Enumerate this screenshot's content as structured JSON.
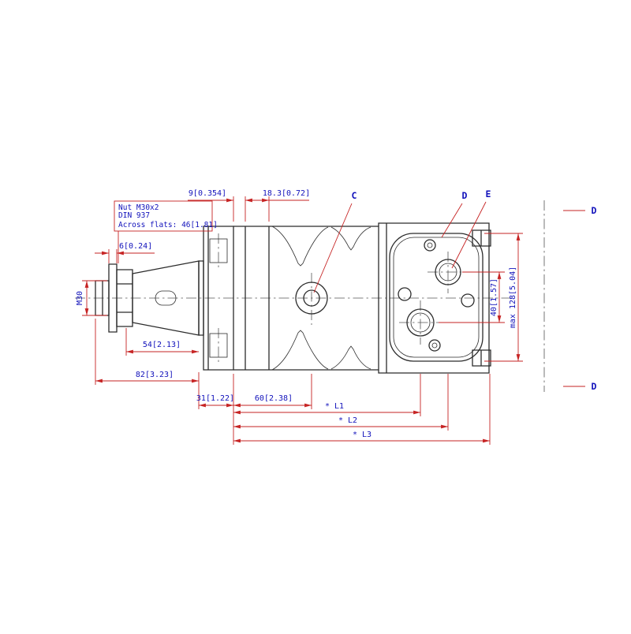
{
  "colors": {
    "linework": "#2b2b2b",
    "dimension": "#c62323",
    "text": "#1111bb",
    "centerline": "#555555",
    "background": "#ffffff"
  },
  "note": {
    "line1": "Nut M30x2",
    "line2": "DIN 937",
    "line3": "Across flats: 46[1.81]"
  },
  "dimensions": {
    "flange_thickness": "9[0.354]",
    "pilot_depth": "18.3[0.72]",
    "washer_thickness": "6[0.24]",
    "thread": "M30",
    "shaft_length": "54[2.13]",
    "shaft_overall": "82[3.23]",
    "flange_width": "31[1.22]",
    "flange_to_center": "60[2.38]",
    "l1": "* L1",
    "l2": "* L2",
    "l3": "* L3",
    "port_spacing": "40[1.57]",
    "max_height": "max 128[5.04]"
  },
  "callouts": {
    "c": "C",
    "d": "D",
    "e": "E",
    "section_top": "D",
    "section_bottom": "D"
  }
}
